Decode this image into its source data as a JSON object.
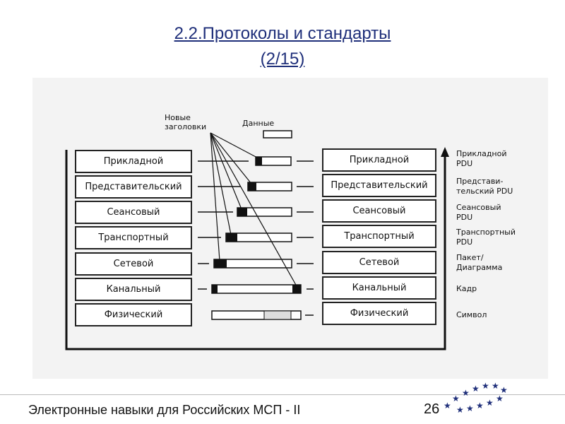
{
  "title": {
    "line1": "2.2.Протоколы и стандарты",
    "line2": "(2/15)"
  },
  "diagram": {
    "new_headers_label": "Новые\nзаголовки",
    "data_label": "Данные",
    "layers_left": [
      "Прикладной",
      "Представительский",
      "Сеансовый",
      "Транспортный",
      "Сетевой",
      "Канальный",
      "Физический"
    ],
    "layers_right": [
      "Прикладной",
      "Представительский",
      "Сеансовый",
      "Транспортный",
      "Сетевой",
      "Канальный",
      "Физический"
    ],
    "pdu_labels": [
      "Прикладной\nPDU",
      "Представи-\nтельский PDU",
      "Сеансовый\nPDU",
      "Транспортный\nPDU",
      "Пакет/\nДиаграмма",
      "Кадр",
      "Символ"
    ]
  },
  "footer": {
    "text": "Электронные навыки для Российских МСП - II",
    "page": "26"
  }
}
